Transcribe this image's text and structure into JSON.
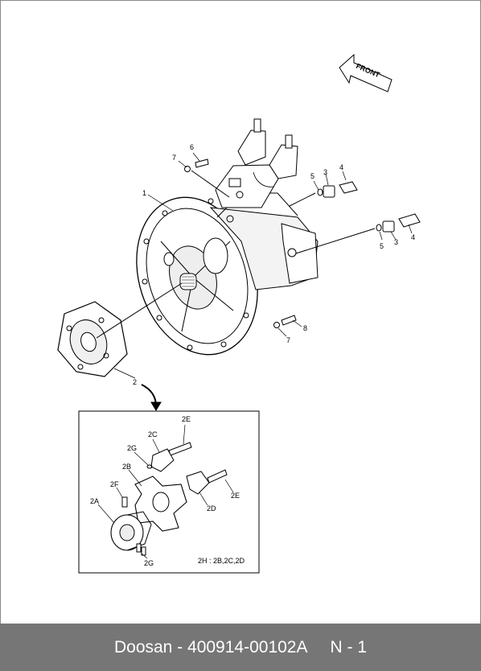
{
  "footer": {
    "caption": "Doosan - 400914-00102A     N - 1"
  },
  "front_label": "FRONT",
  "callouts": {
    "c1": "1",
    "c2": "2",
    "c3a": "3",
    "c3b": "3",
    "c4a": "4",
    "c4b": "4",
    "c5a": "5",
    "c5b": "5",
    "c6": "6",
    "c7a": "7",
    "c7b": "7",
    "c8": "8"
  },
  "detail": {
    "c2a": "2A",
    "c2b": "2B",
    "c2c": "2C",
    "c2d": "2D",
    "c2e_top": "2E",
    "c2e_right": "2E",
    "c2f": "2F",
    "c2g_top": "2G",
    "c2g_bottom": "2G",
    "note": "2H : 2B,2C,2D"
  },
  "colors": {
    "footer_bg": "#767676",
    "footer_text": "#ffffff",
    "line": "#000000",
    "shade": "#d9d9d9"
  }
}
